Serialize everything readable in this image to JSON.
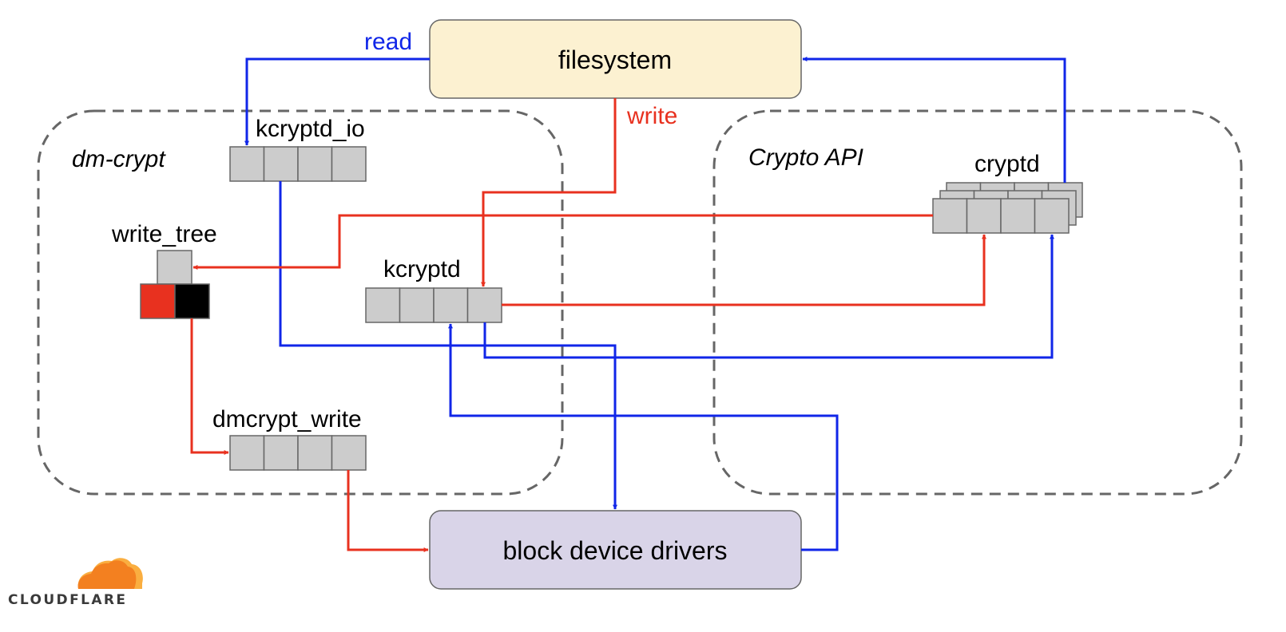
{
  "colors": {
    "read": "#1026e8",
    "write": "#e8311f",
    "filesystem_fill": "#fcf1d1",
    "drivers_fill": "#d9d4e8",
    "queue_cell": "#cccccc",
    "region_border": "#666666",
    "logo_orange": "#f38020",
    "logo_light": "#faae40"
  },
  "nodes": {
    "filesystem": "filesystem",
    "block_drivers": "block device drivers"
  },
  "regions": {
    "dm_crypt": "dm-crypt",
    "crypto_api": "Crypto API"
  },
  "queues": {
    "kcryptd_io": "kcryptd_io",
    "kcryptd": "kcryptd",
    "dmcrypt_write": "dmcrypt_write",
    "write_tree": "write_tree",
    "cryptd": "cryptd"
  },
  "edge_labels": {
    "read": "read",
    "write": "write"
  },
  "logo": {
    "text": "CLOUDFLARE",
    "icon": "cloudflare-cloud-icon"
  }
}
